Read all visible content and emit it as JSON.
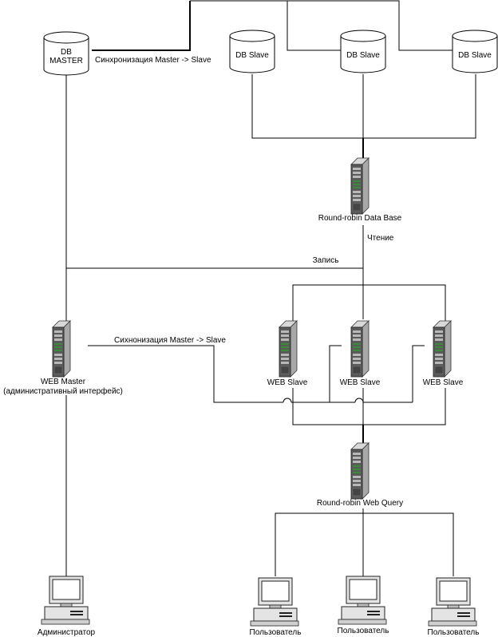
{
  "db_master": {
    "line1": "DB",
    "line2": "MASTER"
  },
  "db_slaves": [
    "DB Slave",
    "DB Slave",
    "DB Slave"
  ],
  "sync_db_label": "Синхронизация Master -> Slave",
  "rr_db_label": "Round-robin Data Base",
  "read_label": "Чтение",
  "write_label": "Запись",
  "web_master": {
    "line1": "WEB Master",
    "line2": "(административный интерфейс)"
  },
  "sync_web_label": "Сихнонизация Master -> Slave",
  "web_slaves": [
    "WEB Slave",
    "WEB Slave",
    "WEB Slave"
  ],
  "rr_web_label": "Round-robin Web Query",
  "admin_label": "Администратор",
  "user_labels": [
    "Пользователь",
    "Пользователь",
    "Пользователь"
  ]
}
